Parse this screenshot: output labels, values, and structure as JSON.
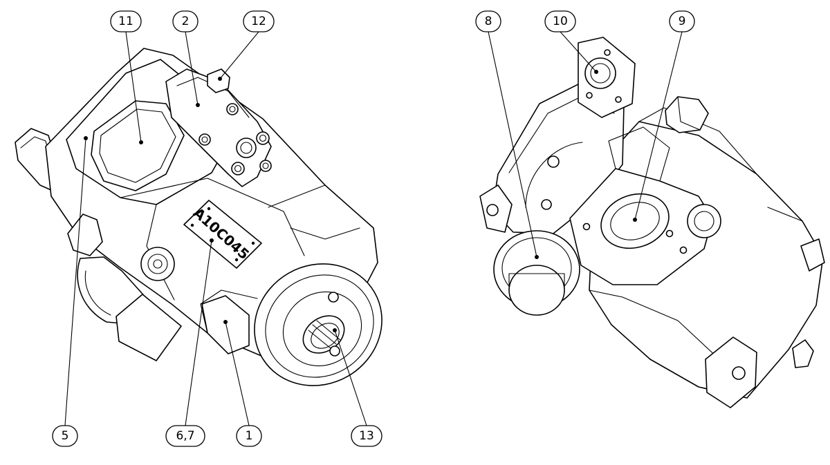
{
  "nameplate": {
    "text": "A10C045"
  },
  "callouts": [
    {
      "id": "11",
      "label": "11",
      "target": "cover-plate"
    },
    {
      "id": "2",
      "label": "2",
      "target": "solenoid-valve"
    },
    {
      "id": "12",
      "label": "12",
      "target": "plug-screw"
    },
    {
      "id": "5",
      "label": "5",
      "target": "housing"
    },
    {
      "id": "6-7",
      "label": "6,7",
      "target": "nameplate"
    },
    {
      "id": "1",
      "label": "1",
      "target": "swash-housing"
    },
    {
      "id": "13",
      "label": "13",
      "target": "drive-shaft"
    },
    {
      "id": "8",
      "label": "8",
      "target": "port-plug"
    },
    {
      "id": "10",
      "label": "10",
      "target": "flange-port"
    },
    {
      "id": "9",
      "label": "9",
      "target": "pressure-port"
    }
  ]
}
